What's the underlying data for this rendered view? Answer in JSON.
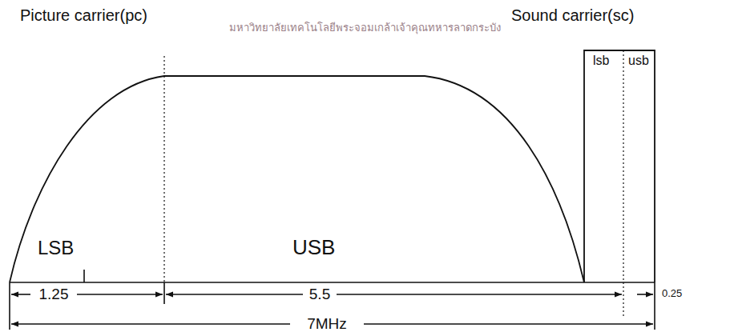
{
  "diagram": {
    "labels": [
      "Picture carrier(pc)",
      "Sound carrier(sc)",
      "lsb",
      "usb",
      "LSB",
      "USB",
      "1.25",
      "5.5",
      "0.25",
      "7MHz",
      "มหาวิทยาลัยเทคโนโลยีพระจอมเกล้าเจ้าคุณทหารลาดกระบัง"
    ]
  }
}
